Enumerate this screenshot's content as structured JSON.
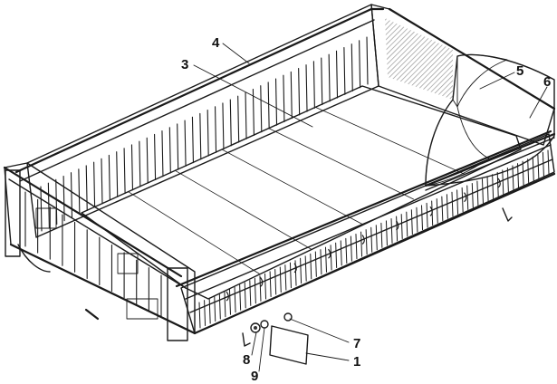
{
  "figure": {
    "callouts": [
      {
        "id": "c1",
        "label": "1"
      },
      {
        "id": "c3",
        "label": "3"
      },
      {
        "id": "c4",
        "label": "4"
      },
      {
        "id": "c5",
        "label": "5"
      },
      {
        "id": "c6",
        "label": "6"
      },
      {
        "id": "c7",
        "label": "7"
      },
      {
        "id": "c8",
        "label": "8"
      },
      {
        "id": "c9",
        "label": "9"
      }
    ]
  }
}
